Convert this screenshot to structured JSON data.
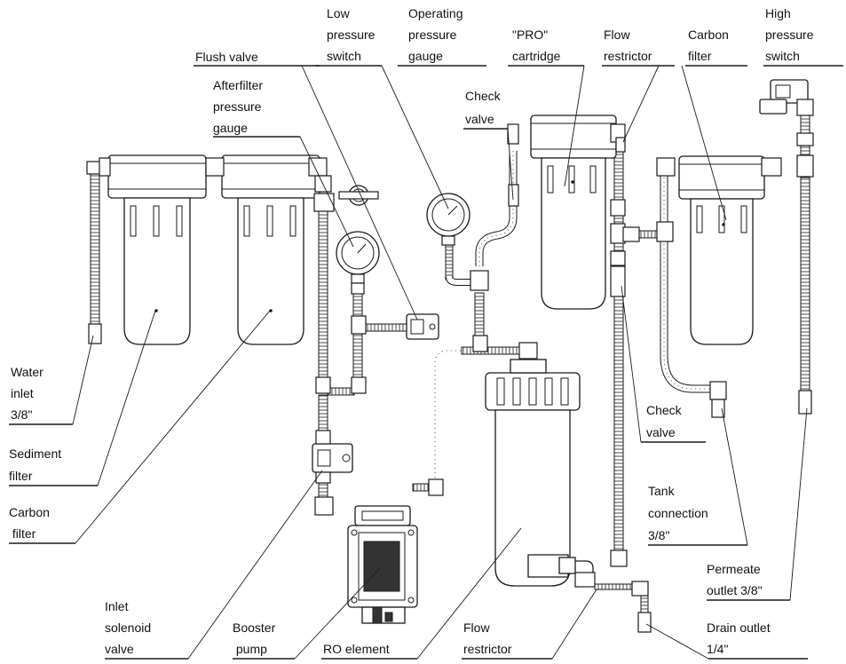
{
  "labels": {
    "flush_valve": "Flush valve",
    "low_pressure_switch": [
      "Low",
      "pressure",
      "switch"
    ],
    "operating_pressure_gauge": [
      "Operating",
      "pressure",
      "gauge"
    ],
    "pro_cartridge": [
      "\"PRO\"",
      "cartridge"
    ],
    "flow_restrictor_top": [
      "Flow",
      "restrictor"
    ],
    "carbon_filter_top": [
      "Carbon",
      "filter"
    ],
    "high_pressure_switch": [
      "High",
      "pressure",
      "switch"
    ],
    "afterfilter_pressure_gauge": [
      "Afterfilter",
      "pressure",
      "gauge"
    ],
    "check_valve_top": [
      "Check",
      "valve"
    ],
    "water_inlet": [
      "Water",
      "inlet",
      "3/8\""
    ],
    "sediment_filter": [
      "Sediment",
      "filter"
    ],
    "carbon_filter_left": [
      "Carbon",
      " filter"
    ],
    "check_valve_right": [
      "Check",
      "valve"
    ],
    "tank_connection": [
      "Tank",
      "connection",
      "3/8\""
    ],
    "permeate_outlet": [
      "Permeate",
      "outlet 3/8\""
    ],
    "drain_outlet": [
      "Drain outlet",
      "1/4\""
    ],
    "inlet_solenoid_valve": [
      "Inlet",
      "solenoid",
      "valve"
    ],
    "booster_pump": [
      "Booster",
      " pump"
    ],
    "ro_element": "RO element",
    "flow_restrictor_bottom": [
      "Flow",
      "restrictor"
    ]
  },
  "gauge_icons": [
    "pressure-gauge-icon",
    "pressure-gauge-icon",
    "pressure-gauge-icon"
  ],
  "line_color": "#1a1a1a"
}
